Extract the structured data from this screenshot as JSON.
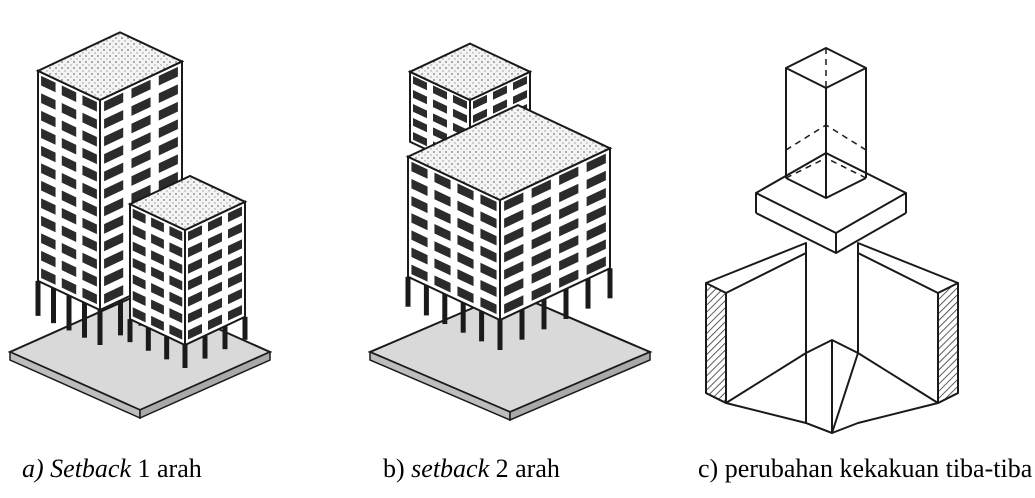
{
  "captions": {
    "a": {
      "prefix": "a) ",
      "term": "Setback",
      "suffix": " 1 arah"
    },
    "b": {
      "prefix": "b)  ",
      "term": "setback",
      "suffix": " 2 arah"
    },
    "c": {
      "text": "c)  perubahan kekakuan tiba-tiba"
    }
  },
  "colors": {
    "ink": "#1a1a1a",
    "roof": "#f2f2f2",
    "base": "#d9d9d9",
    "hatch": "#333333"
  }
}
